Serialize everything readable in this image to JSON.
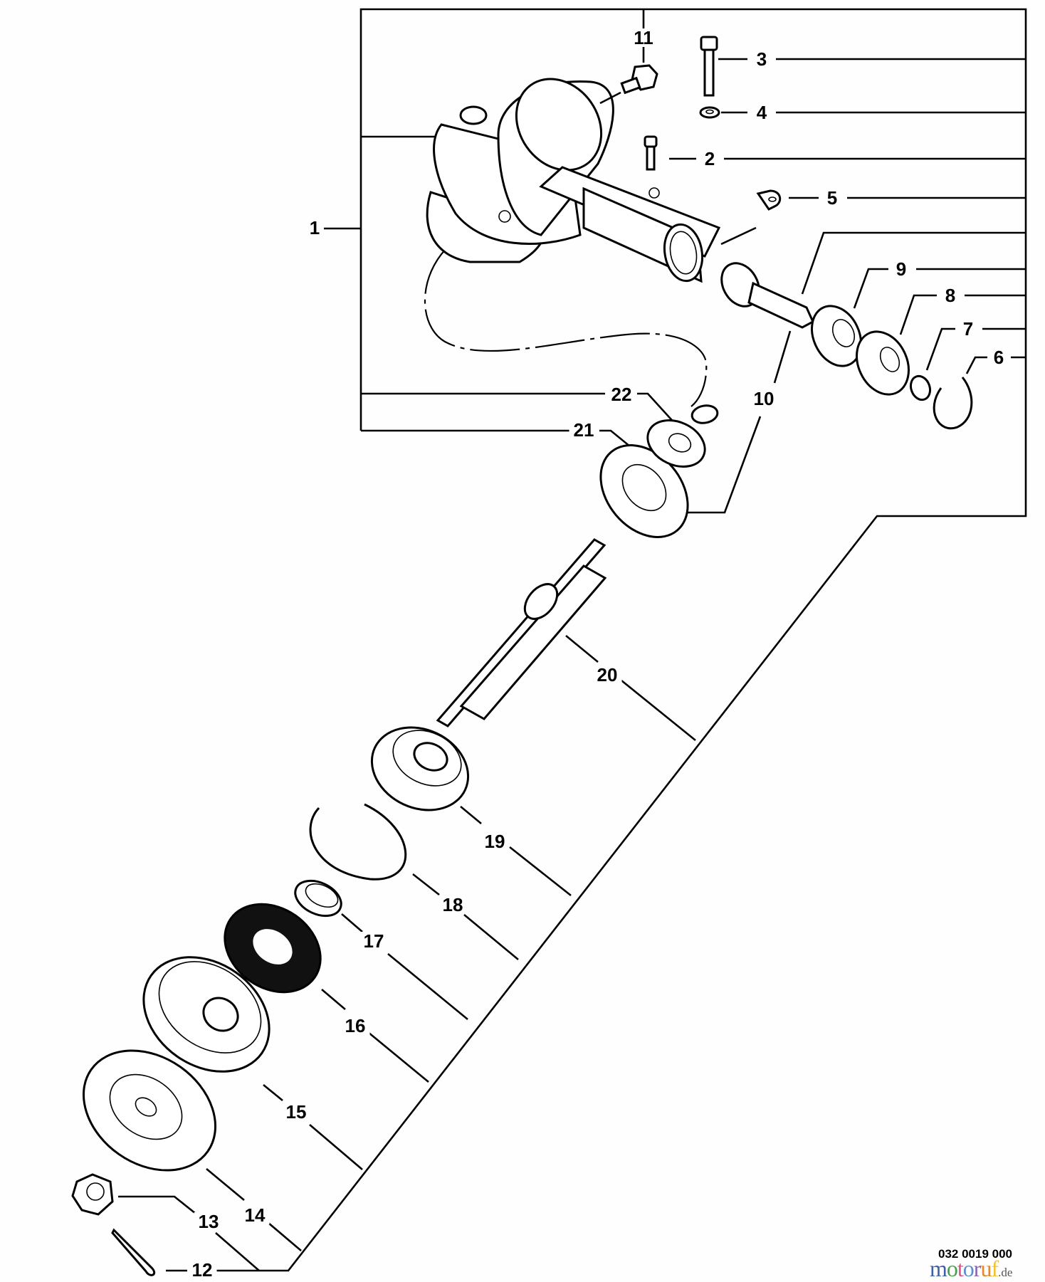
{
  "diagram": {
    "type": "exploded-parts-diagram",
    "subject": "gear case assembly",
    "drawing_number": "032 0019 000",
    "watermark": {
      "brand": "motoruf",
      "tld": ".de",
      "letters": [
        "m",
        "o",
        "t",
        "o",
        "r",
        "u",
        "f"
      ]
    },
    "callouts": [
      {
        "id": "1",
        "label": "1"
      },
      {
        "id": "2",
        "label": "2"
      },
      {
        "id": "3",
        "label": "3"
      },
      {
        "id": "4",
        "label": "4"
      },
      {
        "id": "5",
        "label": "5"
      },
      {
        "id": "6",
        "label": "6"
      },
      {
        "id": "7",
        "label": "7"
      },
      {
        "id": "8",
        "label": "8"
      },
      {
        "id": "9",
        "label": "9"
      },
      {
        "id": "10",
        "label": "10"
      },
      {
        "id": "11",
        "label": "11"
      },
      {
        "id": "12",
        "label": "12"
      },
      {
        "id": "13",
        "label": "13"
      },
      {
        "id": "14",
        "label": "14"
      },
      {
        "id": "15",
        "label": "15"
      },
      {
        "id": "16",
        "label": "16"
      },
      {
        "id": "17",
        "label": "17"
      },
      {
        "id": "18",
        "label": "18"
      },
      {
        "id": "19",
        "label": "19"
      },
      {
        "id": "20",
        "label": "20"
      },
      {
        "id": "21",
        "label": "21"
      },
      {
        "id": "22",
        "label": "22"
      }
    ],
    "parts": {
      "1": "gear case housing",
      "2": "bolt with washer",
      "3": "long bolt",
      "4": "washer",
      "5": "tab plate",
      "6": "internal snap ring",
      "7": "snap ring",
      "8": "sealed ball bearing",
      "9": "ball bearing",
      "10": "bevel gear set (pinion + gear)",
      "11": "bolt",
      "12": "cotter pin",
      "13": "castle nut",
      "14": "lower washer / cup",
      "15": "holder plate",
      "16": "oil seal",
      "17": "spacer collar",
      "18": "internal snap ring",
      "19": "sealed ball bearing",
      "20": "output shaft",
      "21": "ball bearing",
      "22": "snap ring"
    }
  }
}
